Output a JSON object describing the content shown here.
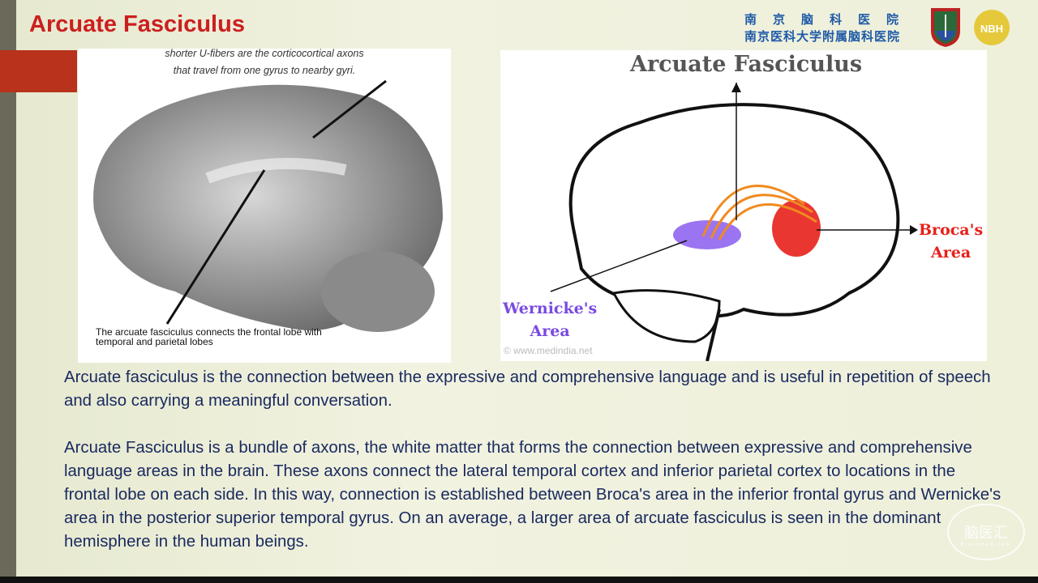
{
  "slide": {
    "title": "Arcuate Fasciculus",
    "hospital": {
      "line1": "南京脑科医院",
      "line2": "南京医科大学附属脑科医院",
      "seal_text": "NBH"
    },
    "left_image": {
      "caption_top_1": "shorter U-fibers are the corticocortical axons",
      "caption_top_2": "that travel from one gyrus to nearby gyri.",
      "caption_bottom": "The arcuate fasciculus connects the frontal lobe with temporal and parietal lobes"
    },
    "right_image": {
      "title": "Arcuate Fasciculus",
      "broca_1": "Broca's",
      "broca_2": "Area",
      "wernicke_1": "Wernicke's",
      "wernicke_2": "Area",
      "credit": "© www.medindia.net",
      "colors": {
        "broca": "#e8201a",
        "wernicke": "#8a5cf0",
        "fibers": "#f08a20"
      }
    },
    "paragraphs": [
      "Arcuate fasciculus is the connection between the expressive and comprehensive language and is useful in repetition of speech and also carrying a meaningful conversation.",
      "Arcuate Fasciculus is a bundle of axons, the white matter that forms the connection between expressive and comprehensive language areas in the brain. These axons connect the lateral temporal cortex and inferior parietal cortex to locations in the frontal lobe on each side. In this way, connection is established between Broca's area in the inferior frontal gyrus and Wernicke's area in the posterior superior temporal gyrus. On an average, a larger area of arcuate fasciculus is seen in the dominant hemisphere in the human beings."
    ],
    "watermark": {
      "text": "脑医汇",
      "sub": "Brainmed.com"
    }
  }
}
